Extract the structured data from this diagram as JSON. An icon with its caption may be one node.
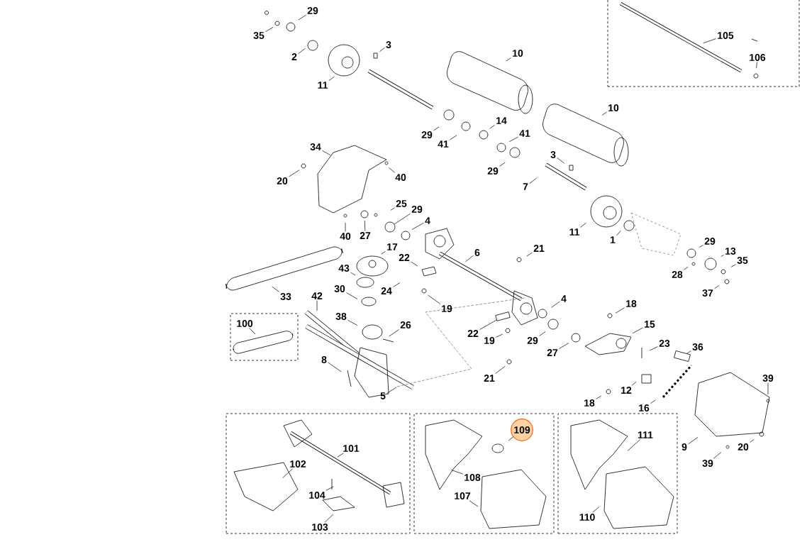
{
  "diagram": {
    "nodes": [
      {
        "text": [],
        "shape": "box"
      },
      {
        "text": [],
        "shape": "box"
      },
      {
        "text": [],
        "shape": "box"
      },
      {
        "text": [],
        "shape": "box"
      },
      {
        "text": [],
        "shape": "box"
      },
      {
        "text": [
          "29"
        ]
      },
      {
        "text": [
          "35"
        ]
      },
      {
        "text": [
          "2"
        ]
      },
      {
        "text": [
          "11"
        ]
      },
      {
        "text": [
          "3"
        ]
      },
      {
        "text": [
          "10"
        ]
      },
      {
        "text": [
          "29"
        ]
      },
      {
        "text": [
          "41"
        ]
      },
      {
        "text": [
          "14"
        ]
      },
      {
        "text": [
          "41"
        ]
      },
      {
        "text": [
          "10"
        ]
      },
      {
        "text": [
          "29"
        ]
      },
      {
        "text": [
          "3"
        ]
      },
      {
        "text": [
          "7"
        ]
      },
      {
        "text": [
          "34"
        ]
      },
      {
        "text": [
          "20"
        ]
      },
      {
        "text": [
          "40"
        ]
      },
      {
        "text": [
          "25"
        ]
      },
      {
        "text": [
          "29"
        ]
      },
      {
        "text": [
          "27"
        ]
      },
      {
        "text": [
          "40"
        ]
      },
      {
        "text": [
          "4"
        ]
      },
      {
        "text": [
          "11"
        ]
      },
      {
        "text": [
          "1"
        ]
      },
      {
        "text": [
          "29"
        ]
      },
      {
        "text": [
          "13"
        ]
      },
      {
        "text": [
          "35"
        ]
      },
      {
        "text": [
          "28"
        ]
      },
      {
        "text": [
          "37"
        ]
      },
      {
        "text": [
          "17"
        ]
      },
      {
        "text": [
          "22"
        ]
      },
      {
        "text": [
          "6"
        ]
      },
      {
        "text": [
          "21"
        ]
      },
      {
        "text": [
          "43"
        ]
      },
      {
        "text": [
          "24"
        ]
      },
      {
        "text": [
          "33"
        ]
      },
      {
        "text": [
          "30"
        ]
      },
      {
        "text": [
          "19"
        ]
      },
      {
        "text": [
          "4"
        ]
      },
      {
        "text": [
          "42"
        ]
      },
      {
        "text": [
          "38"
        ]
      },
      {
        "text": [
          "26"
        ]
      },
      {
        "text": [
          "22"
        ]
      },
      {
        "text": [
          "19"
        ]
      },
      {
        "text": [
          "29"
        ]
      },
      {
        "text": [
          "27"
        ]
      },
      {
        "text": [
          "18"
        ]
      },
      {
        "text": [
          "15"
        ]
      },
      {
        "text": [
          "23"
        ]
      },
      {
        "text": [
          "36"
        ]
      },
      {
        "text": [
          "8"
        ]
      },
      {
        "text": [
          "5"
        ]
      },
      {
        "text": [
          "21"
        ]
      },
      {
        "text": [
          "12"
        ]
      },
      {
        "text": [
          "18"
        ]
      },
      {
        "text": [
          "16"
        ]
      },
      {
        "text": [
          "39"
        ]
      },
      {
        "text": [
          "9"
        ]
      },
      {
        "text": [
          "20"
        ]
      },
      {
        "text": [
          "39"
        ]
      },
      {
        "text": [
          "105"
        ],
        "in": 0
      },
      {
        "text": [
          "106"
        ],
        "in": 0
      },
      {
        "text": [
          "100"
        ],
        "in": 1
      },
      {
        "text": [
          "101"
        ],
        "in": 2
      },
      {
        "text": [
          "102"
        ],
        "in": 2
      },
      {
        "text": [
          "104"
        ],
        "in": 2
      },
      {
        "text": [
          "103"
        ],
        "in": 2
      },
      {
        "text": [
          "109"
        ],
        "in": 3
      },
      {
        "text": [
          "108"
        ],
        "in": 3
      },
      {
        "text": [
          "107"
        ],
        "in": 3
      },
      {
        "text": [
          "111"
        ],
        "in": 4
      },
      {
        "text": [
          "110"
        ],
        "in": 4
      },
      {
        "text": [],
        "shape": "circle"
      },
      {
        "text": [],
        "shape": "box"
      },
      {
        "text": [],
        "shape": "box"
      }
    ],
    "edges": [
      {
        "from": 5,
        "to": null,
        "arrow": "none"
      },
      {
        "from": 6,
        "to": null,
        "arrow": "none"
      },
      {
        "from": 7,
        "to": null,
        "arrow": "none"
      },
      {
        "from": 8,
        "to": null,
        "arrow": "none"
      },
      {
        "from": 9,
        "to": null,
        "arrow": "none"
      },
      {
        "from": 10,
        "to": null,
        "arrow": "none"
      },
      {
        "from": 11,
        "to": null,
        "arrow": "none"
      },
      {
        "from": 12,
        "to": null,
        "arrow": "none"
      },
      {
        "from": 13,
        "to": null,
        "arrow": "none"
      },
      {
        "from": 14,
        "to": null,
        "arrow": "none"
      },
      {
        "from": 15,
        "to": null,
        "arrow": "none"
      },
      {
        "from": 16,
        "to": null,
        "arrow": "none"
      },
      {
        "from": 17,
        "to": null,
        "arrow": "none"
      },
      {
        "from": 18,
        "to": null,
        "arrow": "none"
      },
      {
        "from": 19,
        "to": null,
        "arrow": "none"
      },
      {
        "from": 20,
        "to": null,
        "arrow": "none"
      },
      {
        "from": 21,
        "to": null,
        "arrow": "none"
      },
      {
        "from": 22,
        "to": null,
        "arrow": "none"
      },
      {
        "from": 23,
        "to": 77,
        "arrow": "none"
      },
      {
        "from": 24,
        "to": null,
        "arrow": "none"
      },
      {
        "from": 25,
        "to": null,
        "arrow": "none"
      },
      {
        "from": 26,
        "to": null,
        "arrow": "none"
      },
      {
        "from": 27,
        "to": null,
        "arrow": "none"
      },
      {
        "from": 28,
        "to": null,
        "arrow": "none"
      },
      {
        "from": 29,
        "to": null,
        "arrow": "none"
      },
      {
        "from": 30,
        "to": null,
        "arrow": "none"
      },
      {
        "from": 31,
        "to": null,
        "arrow": "none"
      },
      {
        "from": 32,
        "to": null,
        "arrow": "none"
      },
      {
        "from": 33,
        "to": null,
        "arrow": "none"
      },
      {
        "from": 34,
        "to": null,
        "arrow": "none"
      },
      {
        "from": 35,
        "to": null,
        "arrow": "none"
      },
      {
        "from": 36,
        "to": null,
        "arrow": "none"
      },
      {
        "from": 37,
        "to": null,
        "arrow": "none"
      },
      {
        "from": 38,
        "to": null,
        "arrow": "none"
      },
      {
        "from": 39,
        "to": null,
        "arrow": "none"
      },
      {
        "from": 40,
        "to": null,
        "arrow": "none"
      },
      {
        "from": 41,
        "to": null,
        "arrow": "none"
      },
      {
        "from": 42,
        "to": null,
        "arrow": "none"
      },
      {
        "from": 43,
        "to": null,
        "arrow": "none"
      },
      {
        "from": 44,
        "to": null,
        "arrow": "none"
      },
      {
        "from": 45,
        "to": null,
        "arrow": "none"
      },
      {
        "from": 46,
        "to": null,
        "arrow": "none"
      },
      {
        "from": 47,
        "to": 78,
        "arrow": "none"
      },
      {
        "from": 48,
        "to": null,
        "arrow": "none"
      },
      {
        "from": 49,
        "to": null,
        "arrow": "none"
      },
      {
        "from": 50,
        "to": null,
        "arrow": "none"
      },
      {
        "from": 51,
        "to": null,
        "arrow": "none"
      },
      {
        "from": 52,
        "to": null,
        "arrow": "none"
      },
      {
        "from": 53,
        "to": null,
        "arrow": "none"
      },
      {
        "from": 54,
        "to": 79,
        "arrow": "none"
      },
      {
        "from": 55,
        "to": null,
        "arrow": "none"
      },
      {
        "from": 56,
        "to": null,
        "arrow": "none"
      },
      {
        "from": 57,
        "to": null,
        "arrow": "none"
      },
      {
        "from": 58,
        "to": null,
        "arrow": "none"
      },
      {
        "from": 59,
        "to": null,
        "arrow": "none"
      },
      {
        "from": 60,
        "to": null,
        "arrow": "none"
      },
      {
        "from": 61,
        "to": null,
        "arrow": "none"
      },
      {
        "from": 62,
        "to": null,
        "arrow": "none"
      },
      {
        "from": 63,
        "to": null,
        "arrow": "none"
      },
      {
        "from": 64,
        "to": null,
        "arrow": "none"
      },
      {
        "from": 65,
        "to": null,
        "arrow": "none"
      },
      {
        "from": 66,
        "to": null,
        "arrow": "none"
      },
      {
        "from": 67,
        "to": null,
        "arrow": "none"
      },
      {
        "from": 68,
        "to": null,
        "arrow": "none"
      },
      {
        "from": 69,
        "to": null,
        "arrow": "none"
      },
      {
        "from": 70,
        "to": null,
        "arrow": "none"
      },
      {
        "from": 71,
        "to": null,
        "arrow": "none"
      },
      {
        "from": 72,
        "to": null,
        "arrow": "none"
      },
      {
        "from": 73,
        "to": null,
        "arrow": "none"
      },
      {
        "from": 74,
        "to": null,
        "arrow": "none"
      },
      {
        "from": 75,
        "to": null,
        "arrow": "none"
      },
      {
        "from": 76,
        "to": null,
        "arrow": "none"
      }
    ]
  }
}
